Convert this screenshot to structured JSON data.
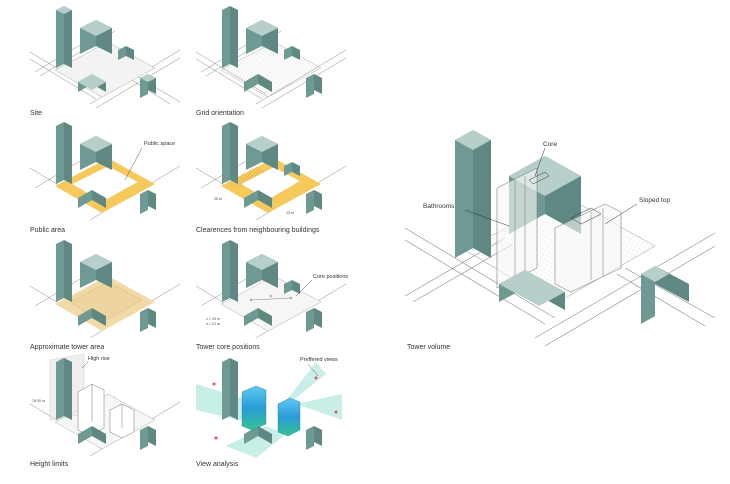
{
  "colors": {
    "building_front": "#6f9a93",
    "building_side": "#5e8881",
    "building_top": "#b7cfca",
    "public_area": "#f5c95c",
    "tower_area": "#f1d9a8",
    "view_cone": "#bfece4",
    "view_marker": "#e0566b",
    "street_line": "#8a8a8a"
  },
  "panels": [
    {
      "caption": "Site"
    },
    {
      "caption": "Grid orientation"
    },
    {
      "caption": "Public area",
      "label": "Public space"
    },
    {
      "caption": "Clearences from neighbouring buildings",
      "dim_a": "25 m",
      "dim_b": "13 m"
    },
    {
      "caption": "Approximate tower area"
    },
    {
      "caption": "Tower core positions",
      "label": "Core positions",
      "note_a": "x = 25 m",
      "note_b": "h = 21 m"
    },
    {
      "caption": "Height limits",
      "label": "High rise",
      "dim": "78.50 m"
    },
    {
      "caption": "View analysis",
      "label": "Preffered views"
    }
  ],
  "main": {
    "caption": "Tower volume",
    "labels": {
      "core": "Core",
      "bathrooms": "Bathrooms",
      "sloped_top": "Sloped top"
    }
  }
}
